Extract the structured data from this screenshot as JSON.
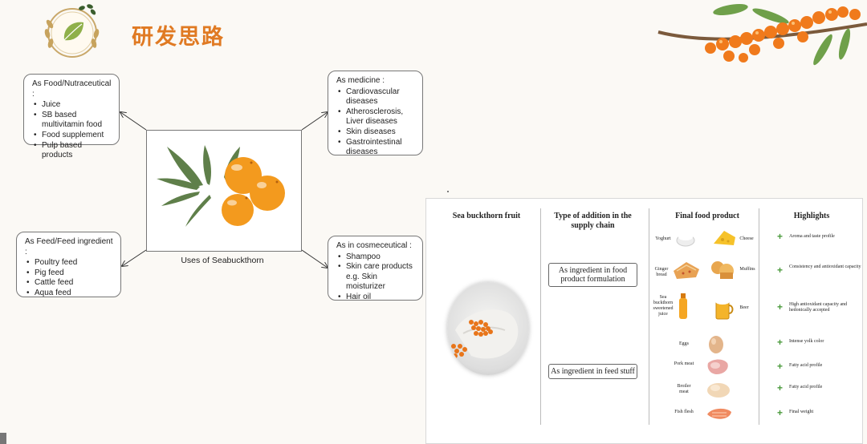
{
  "header": {
    "title": "研发思路"
  },
  "mindmap": {
    "center_caption": "Uses of Seabuckthorn",
    "food": {
      "heading": "As Food/Nutraceutical :",
      "items": [
        "Juice",
        "SB based multivitamin food",
        "Food supplement",
        "Pulp based products"
      ]
    },
    "medicine": {
      "heading": "As medicine :",
      "items": [
        "Cardiovascular diseases",
        "Atherosclerosis, Liver diseases",
        "Skin diseases",
        "Gastrointestinal diseases"
      ]
    },
    "feed": {
      "heading": "As Feed/Feed ingredient :",
      "items": [
        "Poultry feed",
        "Pig feed",
        "Cattle feed",
        "Aqua feed"
      ]
    },
    "cosmeceutical": {
      "heading": "As in cosmeceutical :",
      "items": [
        "Shampoo",
        "Skin care products e.g. Skin moisturizer",
        "Hair oil"
      ]
    }
  },
  "table": {
    "headers": [
      "Sea buckthorn fruit",
      "Type of addition in the supply chain",
      "Final food product",
      "Highlights"
    ],
    "addition_types": [
      "As ingredient in food product formulation",
      "As ingredient in feed stuff"
    ],
    "products": [
      "Yoghurt",
      "Cheese",
      "Ginger bread",
      "Muffins",
      "Sea buckthorn sweetened juice",
      "Beer",
      "Eggs",
      "Pork meat",
      "Broiler meat",
      "Fish flesh"
    ],
    "highlights": [
      "Aroma and taste profile",
      "Consistency and antioxidant capacity",
      "High antioxidant capacity and hedonically accepted",
      "Intense yolk color",
      "Fatty acid profile",
      "Fatty acid profile",
      "Final weight"
    ]
  },
  "icons": [
    "leaf-logo-icon",
    "sea-buckthorn-branch-icon"
  ],
  "colors": {
    "title": "#e07a23",
    "plus": "#4a9a3c",
    "berry": "#f39a1e"
  }
}
